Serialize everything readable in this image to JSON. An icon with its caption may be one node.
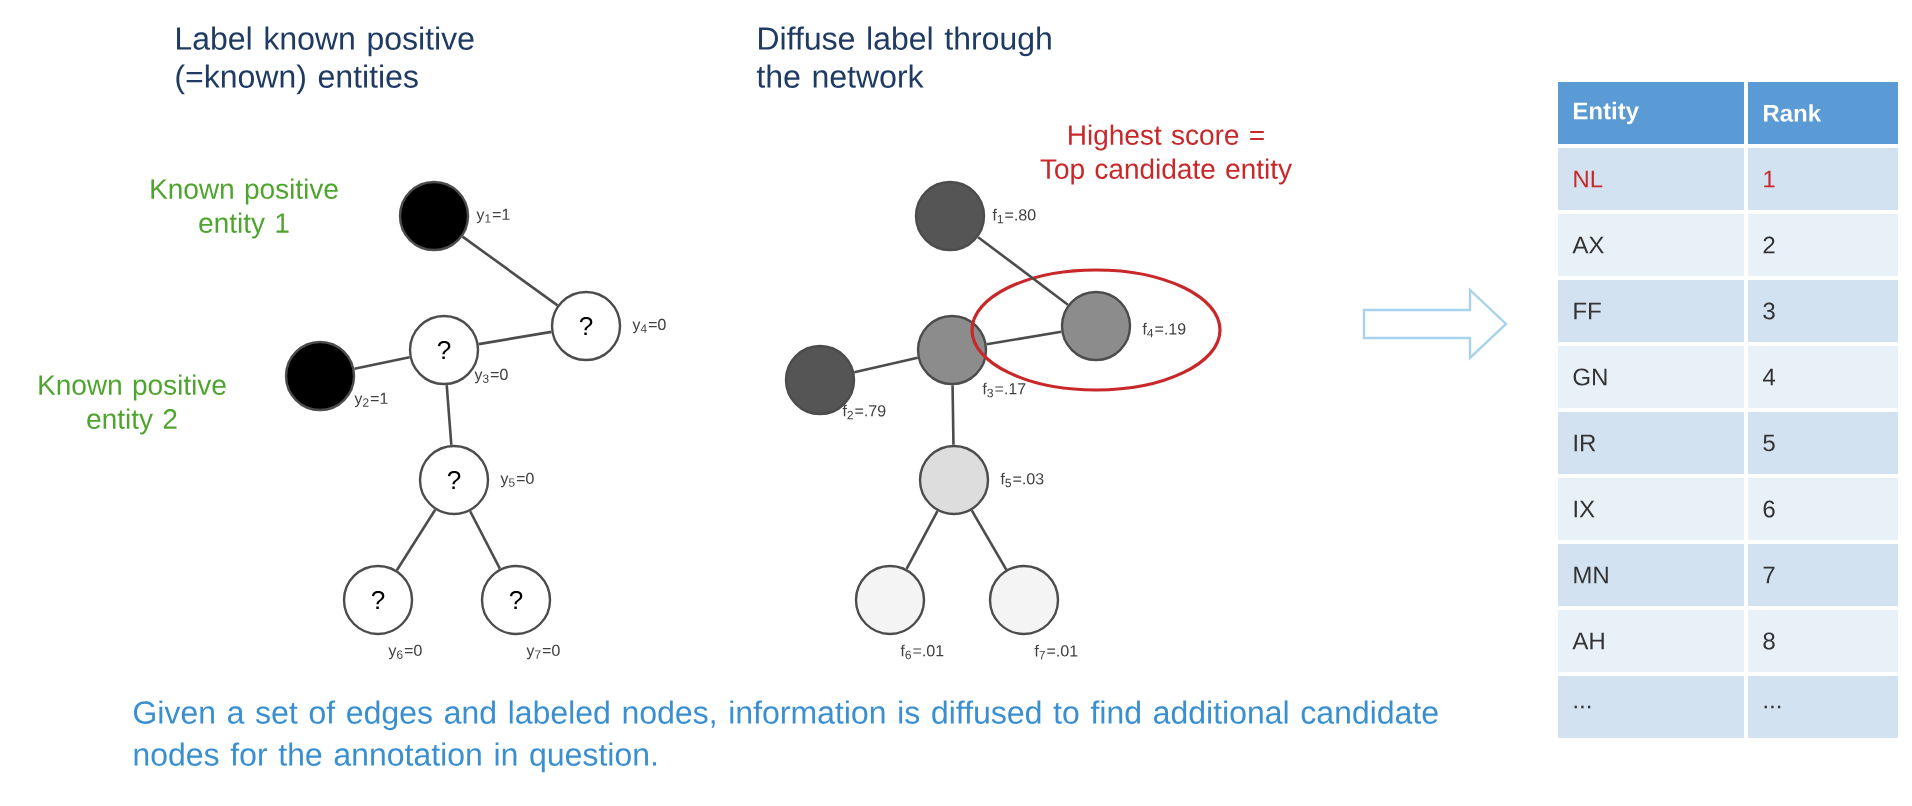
{
  "diagram": {
    "caption": "Given a set of edges and labeled nodes, information is diffused to find additional candidate nodes for the annotation in question.",
    "nodes": [
      {
        "text": [],
        "shape": "circle",
        "beside": [
          "y$_{1}$=1"
        ]
      },
      {
        "text": [],
        "shape": "circle",
        "beside": [
          "y$_{2}$=1"
        ]
      },
      {
        "text": [
          "?"
        ],
        "beside": [
          "y$_{3}$=0"
        ]
      },
      {
        "text": [
          "?"
        ],
        "beside": [
          "y$_{4}$=0"
        ]
      },
      {
        "text": [
          "?"
        ],
        "beside": [
          "y$_{5}$=0"
        ]
      },
      {
        "text": [
          "?"
        ],
        "beside": [
          "y$_{6}$=0"
        ]
      },
      {
        "text": [
          "?"
        ],
        "beside": [
          "y$_{7}$=0"
        ]
      },
      {
        "text": [],
        "shape": "circle",
        "beside": [
          "f$_{1}$=.80"
        ]
      },
      {
        "text": [],
        "shape": "circle",
        "beside": [
          "f$_{2}$=.79"
        ]
      },
      {
        "text": [],
        "shape": "circle",
        "beside": [
          "f$_{3}$=.17"
        ]
      },
      {
        "text": [],
        "shape": "circle",
        "beside": [
          "f$_{4}$=.19"
        ]
      },
      {
        "text": [],
        "shape": "circle",
        "beside": [
          "f$_{5}$=.03"
        ]
      },
      {
        "text": [],
        "shape": "circle",
        "beside": [
          "f$_{6}$=.01"
        ]
      },
      {
        "text": [],
        "shape": "circle",
        "beside": [
          "f$_{7}$=.01"
        ]
      }
    ],
    "edges": [
      {
        "from": 0,
        "to": 3,
        "arrow": "none"
      },
      {
        "from": 2,
        "to": 3,
        "arrow": "none"
      },
      {
        "from": 1,
        "to": 2,
        "arrow": "none"
      },
      {
        "from": 2,
        "to": 4,
        "arrow": "none"
      },
      {
        "from": 4,
        "to": 5,
        "arrow": "none"
      },
      {
        "from": 4,
        "to": 6,
        "arrow": "none"
      },
      {
        "from": 7,
        "to": 10,
        "arrow": "none"
      },
      {
        "from": 9,
        "to": 10,
        "arrow": "none"
      },
      {
        "from": 8,
        "to": 9,
        "arrow": "none"
      },
      {
        "from": 9,
        "to": 11,
        "arrow": "none"
      },
      {
        "from": 11,
        "to": 12,
        "arrow": "none"
      },
      {
        "from": 11,
        "to": 13,
        "arrow": "none"
      }
    ],
    "labels": [
      "Label known positive (=known) entities",
      "Diffuse label through the network",
      "Highest score = Top candidate entity",
      "Known positive entity 1",
      "Known positive entity 2",
      "Entity",
      "Rank",
      "NL",
      "1",
      "AX",
      "2",
      "FF",
      "3",
      "GN",
      "4",
      "IR",
      "5",
      "IX",
      "6",
      "MN",
      "7",
      "AH",
      "8",
      "...",
      "..."
    ]
  }
}
